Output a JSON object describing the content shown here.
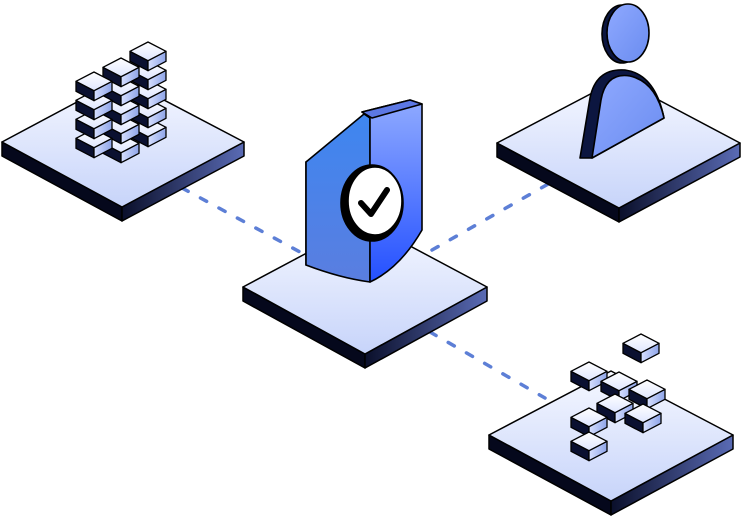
{
  "illustration": {
    "hub": {
      "icon": "shield-check-icon"
    },
    "nodes": [
      {
        "id": "data-blocks",
        "icon": "block-stack-icon"
      },
      {
        "id": "user",
        "icon": "user-icon"
      },
      {
        "id": "scattered-blocks",
        "icon": "scattered-blocks-icon"
      }
    ],
    "connections": [
      "hub-to-data-blocks",
      "hub-to-user",
      "hub-to-scattered-blocks"
    ]
  },
  "colors": {
    "outline": "#000000",
    "platform_top_light": "#f4f7ff",
    "platform_top_dark": "#c9d6fb",
    "platform_side_light": "#4e5ea6",
    "platform_side_dark": "#0a0f2a",
    "shield_left": "#3b78e8",
    "shield_right": "#8aa6ff",
    "shield_accent": "#2a56ff",
    "user_blue": "#7d9cf6",
    "dash_blue": "#5d7fd6"
  }
}
